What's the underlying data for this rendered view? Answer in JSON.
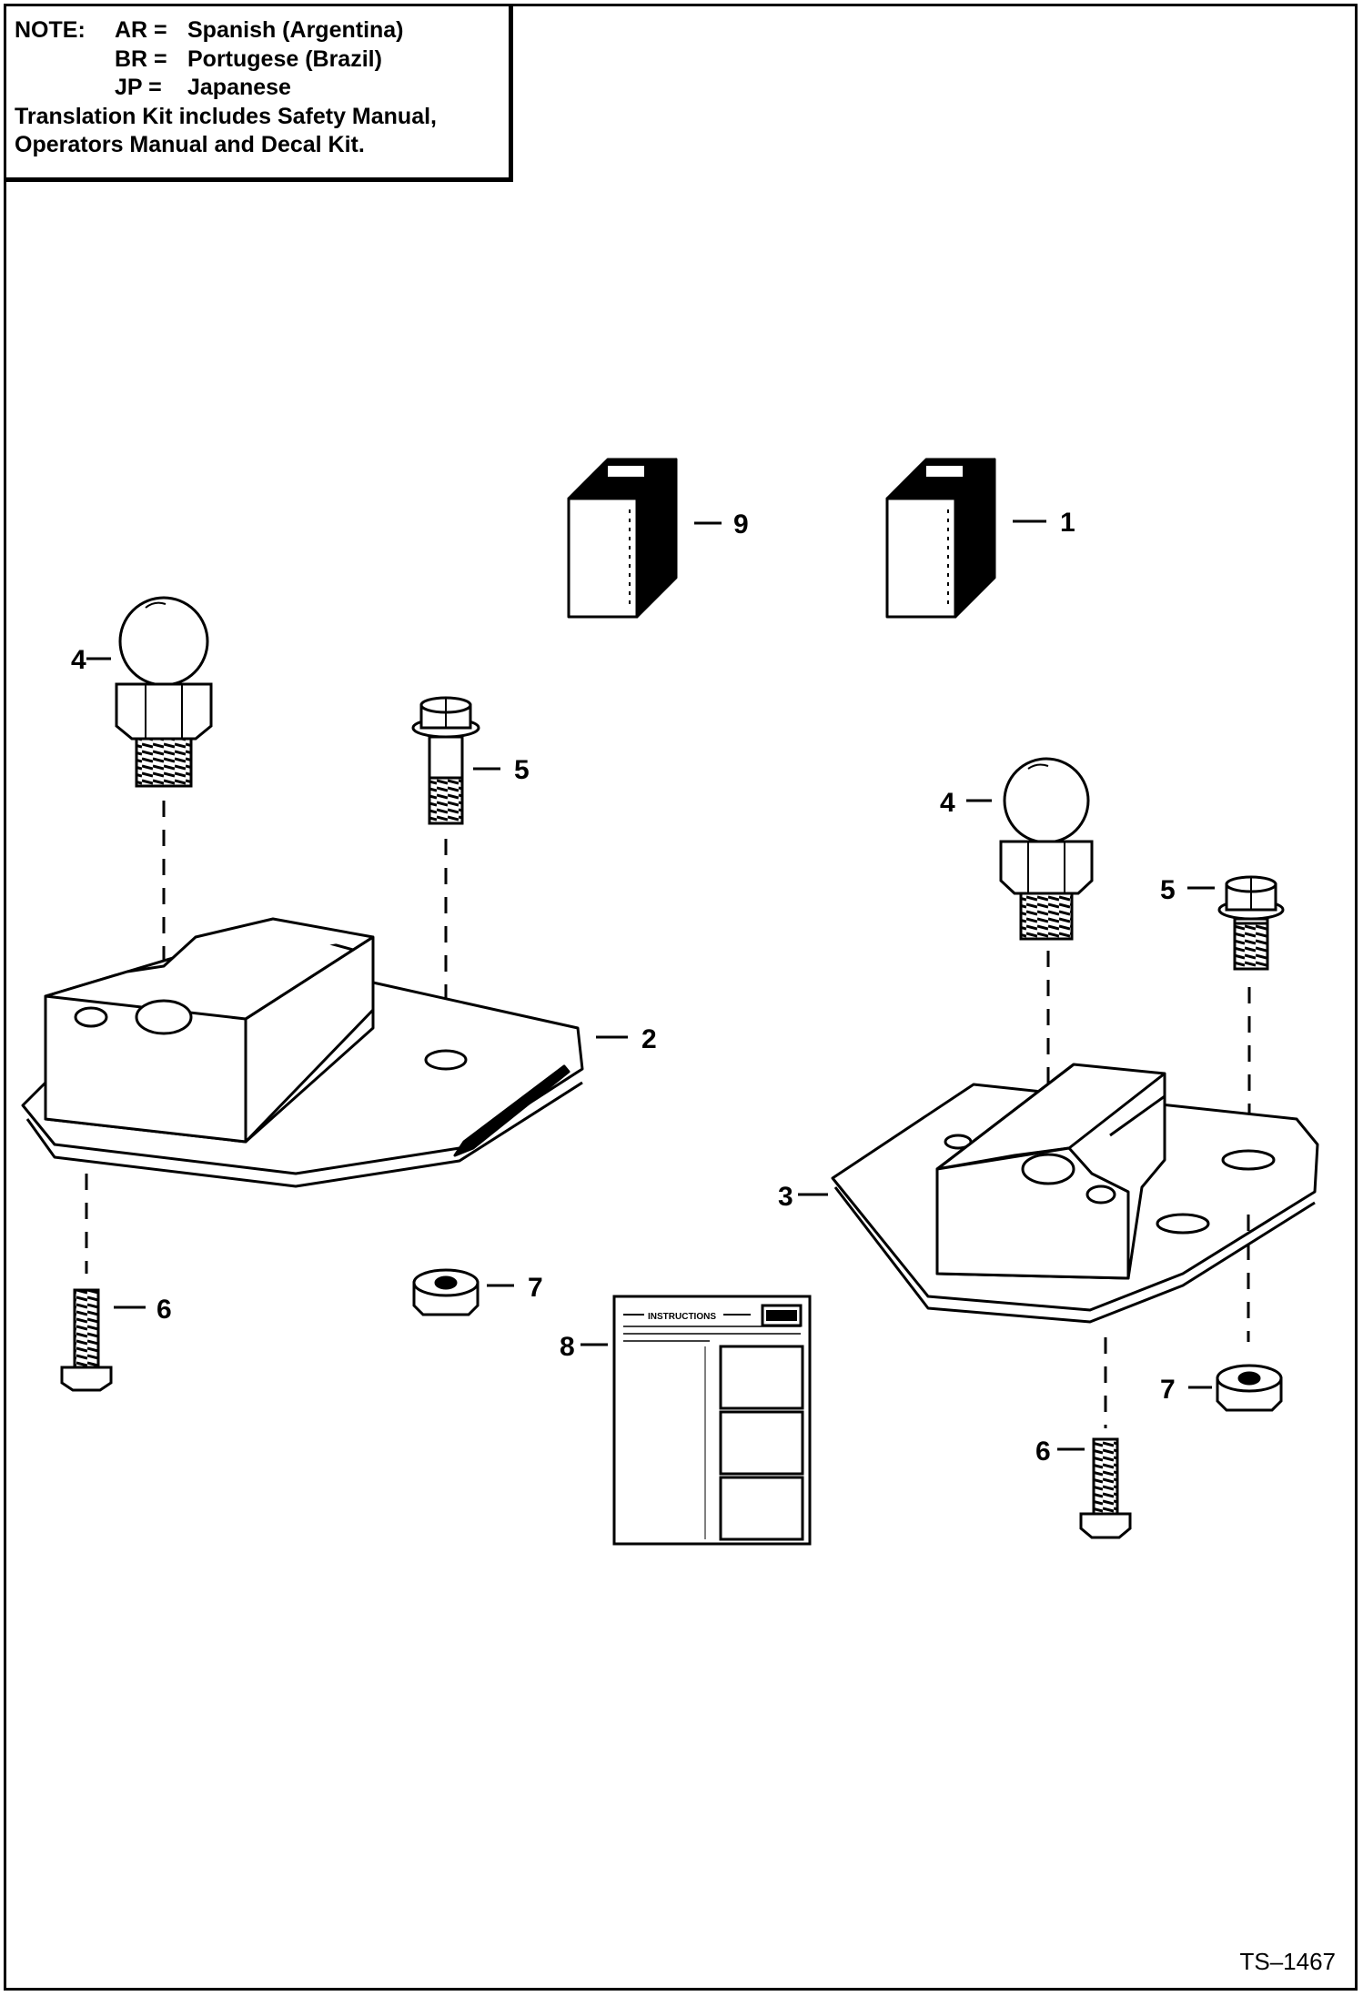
{
  "note": {
    "heading": "NOTE:",
    "lines": [
      {
        "code": "AR =",
        "language": "Spanish (Argentina)"
      },
      {
        "code": "BR =",
        "language": "Portugese (Brazil)"
      },
      {
        "code": "JP =",
        "language": "Japanese"
      }
    ],
    "kit_line_1": "Translation Kit includes Safety Manual,",
    "kit_line_2": "Operators Manual and Decal Kit."
  },
  "callouts": {
    "c1": "1",
    "c2": "2",
    "c3": "3",
    "c4a": "4",
    "c4b": "4",
    "c5a": "5",
    "c5b": "5",
    "c6a": "6",
    "c6b": "6",
    "c7a": "7",
    "c7b": "7",
    "c8": "8",
    "c9": "9"
  },
  "instruction_sheet": {
    "title": "INSTRUCTIONS"
  },
  "drawing_id": "TS–1467"
}
